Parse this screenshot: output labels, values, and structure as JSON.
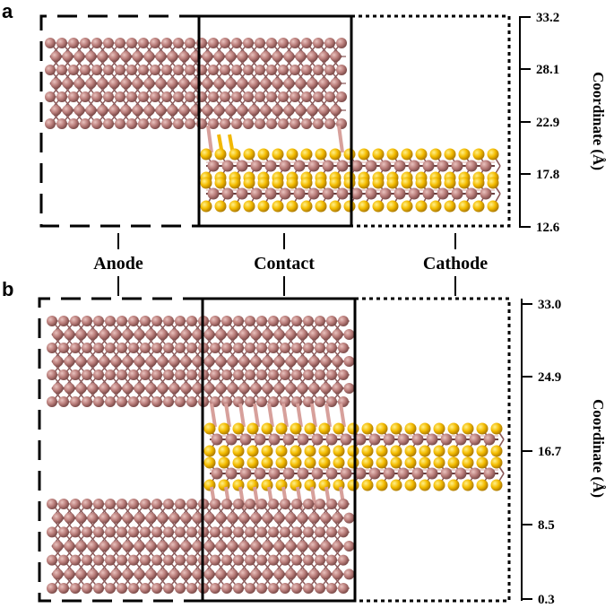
{
  "panels": [
    {
      "id": "a",
      "label": "a",
      "axis_title": "Coordinate (Å)",
      "ticks": [
        "33.2",
        "28.1",
        "22.9",
        "17.8",
        "12.6"
      ]
    },
    {
      "id": "b",
      "label": "b",
      "axis_title": "Coordinate (Å)",
      "ticks": [
        "33.0",
        "24.9",
        "16.7",
        "8.5",
        "0.3"
      ]
    }
  ],
  "regions": {
    "anode": "Anode",
    "contact": "Contact",
    "cathode": "Cathode"
  },
  "colors": {
    "metal_atom": "#b87878",
    "metal_atom_light": "#d9a8a4",
    "metal_bond": "#8a5858",
    "sulfur_atom": "#f2b800",
    "sulfur_atom_light": "#ffe040",
    "frame": "#000000"
  }
}
